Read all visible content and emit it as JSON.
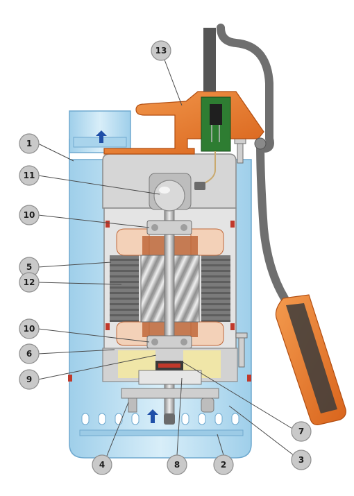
{
  "diagram": {
    "callouts": [
      {
        "id": "1"
      },
      {
        "id": "2"
      },
      {
        "id": "3"
      },
      {
        "id": "4"
      },
      {
        "id": "5"
      },
      {
        "id": "6"
      },
      {
        "id": "7"
      },
      {
        "id": "8"
      },
      {
        "id": "9"
      },
      {
        "id": "10"
      },
      {
        "id": "10"
      },
      {
        "id": "11"
      },
      {
        "id": "12"
      },
      {
        "id": "13"
      }
    ]
  },
  "colors": {
    "casing_blue": "#bcdff2",
    "casing_blue_dark": "#8fc3e2",
    "handle_orange": "#e8782a",
    "float_orange": "#e8782a",
    "cable_gray": "#6f6f6f",
    "motor_gray": "#d9d9d9",
    "winding_copper": "#c0683a",
    "stator_gray": "#7d7d7d",
    "oil_yellow": "#f0e6a8",
    "pcb_green": "#2e7d32",
    "arrow_blue": "#1f4fa8"
  },
  "icons": [
    "flow-arrow-icon",
    "flow-arrow-icon"
  ]
}
